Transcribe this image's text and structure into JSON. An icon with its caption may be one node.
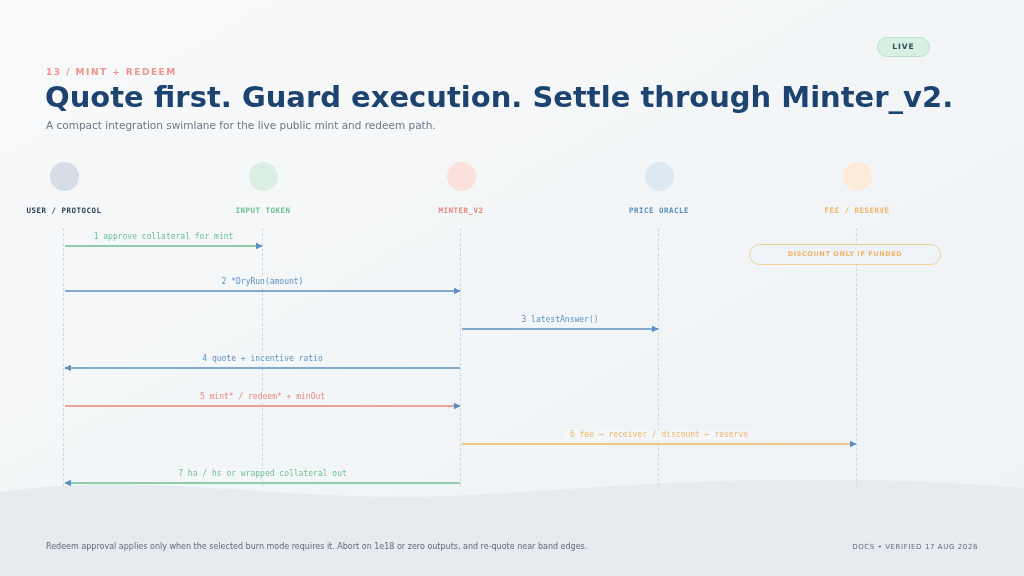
{
  "diagram": {
    "title": "Quote first. Guard execution. Settle through Minter_v2.",
    "nodes": [
      {
        "text": [
          "USER / PROTOCOL"
        ]
      },
      {
        "text": [
          "INPUT TOKEN"
        ]
      },
      {
        "text": [
          "MINTER_V2"
        ]
      },
      {
        "text": [
          "PRICE ORACLE"
        ]
      },
      {
        "text": [
          "FEE / RESERVE"
        ]
      },
      {
        "text": [],
        "shape": "line"
      },
      {
        "text": [],
        "shape": "line"
      },
      {
        "text": [],
        "shape": "line"
      },
      {
        "text": [],
        "shape": "line"
      },
      {
        "text": [],
        "shape": "line"
      },
      {
        "text": [
          "DISCOUNT ONLY IF FUNDED"
        ]
      },
      {
        "text": [
          "LIVE"
        ]
      }
    ],
    "edges": [
      {
        "from": 5,
        "to": 6,
        "arrow": "to",
        "label": "1 approve collateral for mint",
        "color": "#6fbf8f"
      },
      {
        "from": 5,
        "to": 7,
        "arrow": "to",
        "label": "2 *DryRun(amount)"
      },
      {
        "from": 7,
        "to": 8,
        "arrow": "to",
        "label": "3 latestAnswer()"
      },
      {
        "from": 7,
        "to": 5,
        "arrow": "to",
        "label": "4 quote + incentive ratio"
      },
      {
        "from": 5,
        "to": 7,
        "arrow": "to",
        "label": "5 mint* / redeem* + minOut",
        "color": "#e8877a"
      },
      {
        "from": 7,
        "to": 9,
        "arrow": "to",
        "label": "6 fee → receiver / discount ← reserve",
        "color": "#f0b463"
      },
      {
        "from": 7,
        "to": 5,
        "arrow": "to",
        "label": "7 ha / hs or wrapped collateral out",
        "color": "#6fbf8f"
      }
    ],
    "labels": [
      "13 / MINT + REDEEM",
      "A compact integration swimlane for the live public mint and redeem path.",
      "Redeem approval applies only when the selected burn mode requires it. Abort on 1e18 or zero outputs, and re-quote near band edges.",
      "DOCS • VERIFIED 17 AUG 2026"
    ]
  }
}
